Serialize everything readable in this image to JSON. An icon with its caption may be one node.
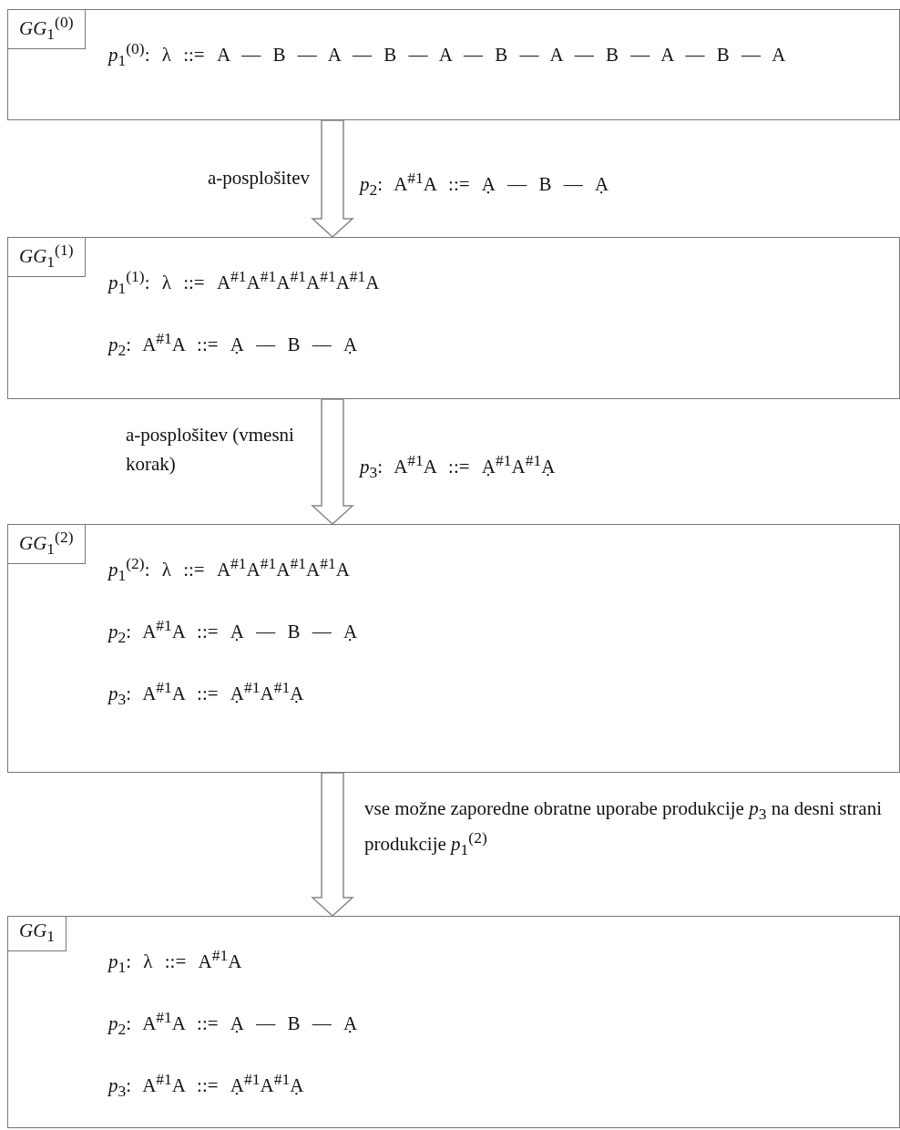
{
  "diagram": {
    "nodes": [
      {
        "text": [
          "*GG*$_{1}$$^{(0)}$",
          "*p*$_{1}$$^{(0)}$:  λ ::= A — B — A — B — A — B — A — B — A — B — A"
        ]
      },
      {
        "text": [
          "*GG*$_{1}$$^{(1)}$",
          "*p*$_{1}$$^{(1)}$:  λ ::= A$^{#1}$A$^{#1}$A$^{#1}$A$^{#1}$A$^{#1}$A",
          "*p*$_{2}$:  A$^{#1}$A ::= Ạ — B — Ạ"
        ]
      },
      {
        "text": [
          "*GG*$_{1}$$^{(2)}$",
          "*p*$_{1}$$^{(2)}$:  λ ::= A$^{#1}$A$^{#1}$A$^{#1}$A$^{#1}$A",
          "*p*$_{2}$:  A$^{#1}$A ::= Ạ — B — Ạ",
          "*p*$_{3}$:  A$^{#1}$A ::= Ạ$^{#1}$A$^{#1}$Ạ"
        ]
      },
      {
        "text": [
          "*GG*$_{1}$",
          "*p*$_{1}$:  λ ::= A$^{#1}$A",
          "*p*$_{2}$:  A$^{#1}$A ::= Ạ — B — Ạ",
          "*p*$_{3}$:  A$^{#1}$A ::= Ạ$^{#1}$A$^{#1}$Ạ"
        ]
      }
    ],
    "edges": [
      {
        "from": 0,
        "to": 1,
        "arrow": "to",
        "label": "a-posplošitev"
      },
      {
        "from": 1,
        "to": 2,
        "arrow": "to",
        "label": "a-posplošitev (vmesni korak)"
      },
      {
        "from": 2,
        "to": 3,
        "arrow": "to",
        "label": "vse možne zaporedne obratne uporabe produkcije *p*$_{3}$ na desni strani produkcije *p*$_{1}$$^{(2)}$"
      }
    ],
    "labels": [
      "*p*$_{2}$:  A$^{#1}$A ::= Ạ — B — Ạ",
      "*p*$_{3}$:  A$^{#1}$A ::= Ạ$^{#1}$A$^{#1}$Ạ"
    ]
  }
}
